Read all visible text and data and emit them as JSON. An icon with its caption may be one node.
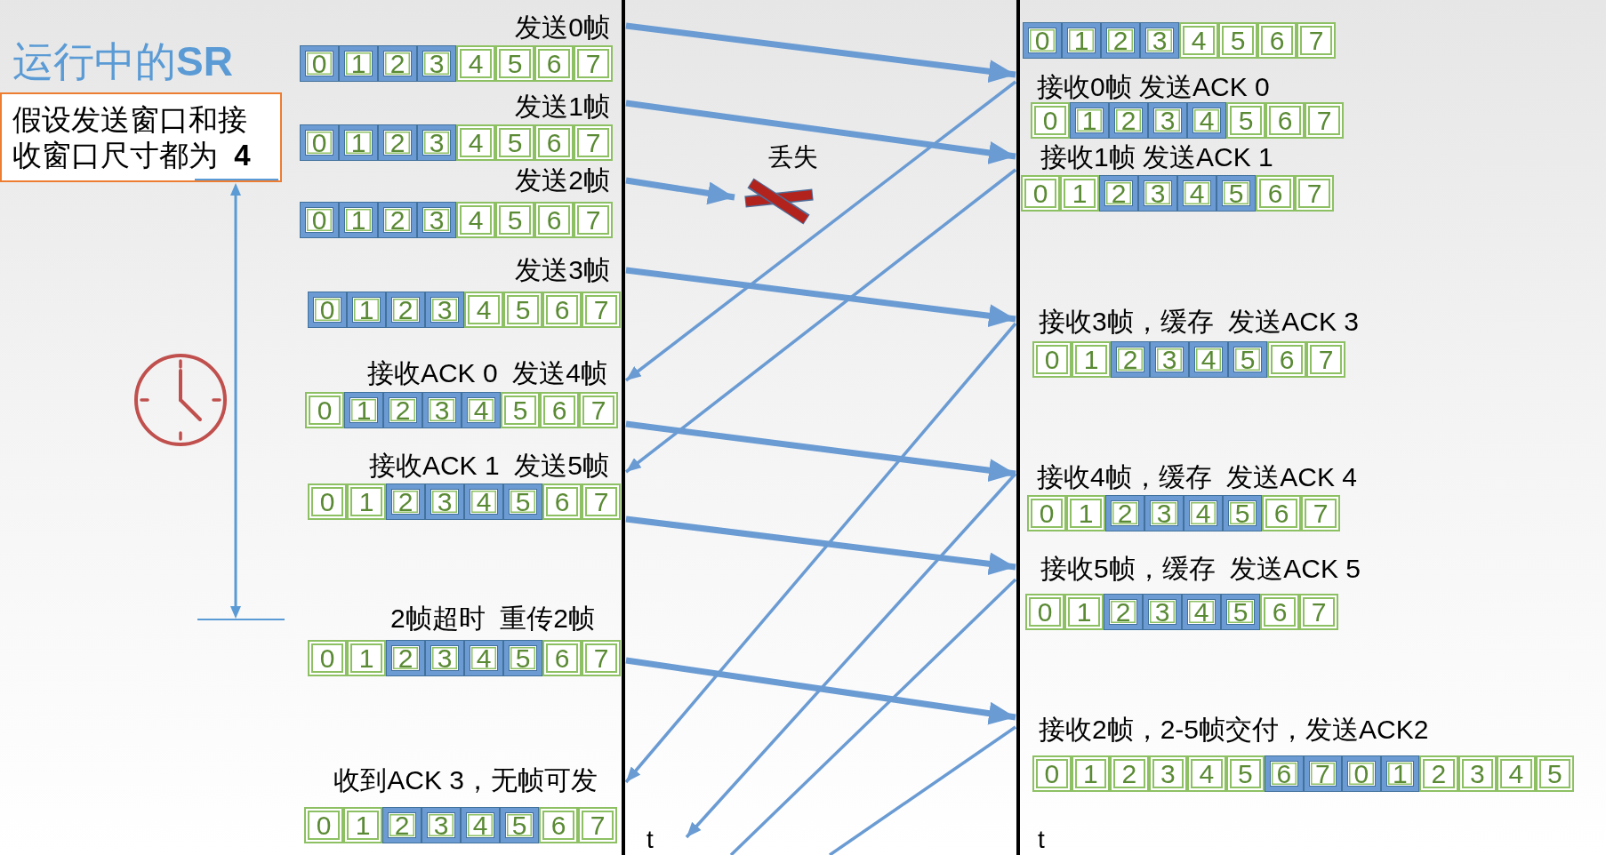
{
  "diagram": {
    "title": "运行中的**SR**",
    "nodes": [
      {
        "text": [
          "假设发送窗口和接收窗口尺寸都为  **4**"
        ]
      },
      {
        "text": [
          "发送0帧",
          "0",
          "1",
          "2",
          "3",
          "4",
          "5",
          "6",
          "7"
        ]
      },
      {
        "text": [
          "发送1帧",
          "0",
          "1",
          "2",
          "3",
          "4",
          "5",
          "6",
          "7"
        ]
      },
      {
        "text": [
          "发送2帧",
          "0",
          "1",
          "2",
          "3",
          "4",
          "5",
          "6",
          "7"
        ]
      },
      {
        "text": [
          "发送3帧",
          "0",
          "1",
          "2",
          "3",
          "4",
          "5",
          "6",
          "7"
        ]
      },
      {
        "text": [
          "接收ACK 0  发送4帧",
          "0",
          "1",
          "2",
          "3",
          "4",
          "5",
          "6",
          "7"
        ]
      },
      {
        "text": [
          "接收ACK 1  发送5帧",
          "0",
          "1",
          "2",
          "3",
          "4",
          "5",
          "6",
          "7"
        ]
      },
      {
        "text": [
          "2帧超时  重传2帧",
          "0",
          "1",
          "2",
          "3",
          "4",
          "5",
          "6",
          "7"
        ]
      },
      {
        "text": [
          "收到ACK 3，无帧可发",
          "0",
          "1",
          "2",
          "3",
          "4",
          "5",
          "6",
          "7"
        ]
      },
      {
        "text": [
          "丢失"
        ]
      },
      {
        "text": [
          "0",
          "1",
          "2",
          "3",
          "4",
          "5",
          "6",
          "7"
        ]
      },
      {
        "text": [
          "接收0帧 发送ACK 0",
          "0",
          "1",
          "2",
          "3",
          "4",
          "5",
          "6",
          "7"
        ]
      },
      {
        "text": [
          "接收1帧 发送ACK 1",
          "0",
          "1",
          "2",
          "3",
          "4",
          "5",
          "6",
          "7"
        ]
      },
      {
        "text": [
          "接收3帧，缓存  发送ACK 3",
          "0",
          "1",
          "2",
          "3",
          "4",
          "5",
          "6",
          "7"
        ]
      },
      {
        "text": [
          "接收4帧，缓存  发送ACK 4",
          "0",
          "1",
          "2",
          "3",
          "4",
          "5",
          "6",
          "7"
        ]
      },
      {
        "text": [
          "接收5帧，缓存  发送ACK 5",
          "0",
          "1",
          "2",
          "3",
          "4",
          "5",
          "6",
          "7"
        ]
      },
      {
        "text": [
          "接收2帧，2-5帧交付，发送ACK2",
          "0",
          "1",
          "2",
          "3",
          "4",
          "5",
          "6",
          "7",
          "0",
          "1",
          "2",
          "3",
          "4",
          "5"
        ]
      }
    ],
    "edges": [
      {
        "from": 1,
        "to": 11,
        "arrow": "to"
      },
      {
        "from": 2,
        "to": 12,
        "arrow": "to"
      },
      {
        "from": 3,
        "to": 9,
        "arrow": "to"
      },
      {
        "from": 4,
        "to": 13,
        "arrow": "to"
      },
      {
        "from": 5,
        "to": 14,
        "arrow": "to"
      },
      {
        "from": 6,
        "to": 15,
        "arrow": "to"
      },
      {
        "from": 7,
        "to": 16,
        "arrow": "to"
      },
      {
        "from": 11,
        "to": 5,
        "arrow": "to"
      },
      {
        "from": 12,
        "to": 6,
        "arrow": "to"
      },
      {
        "from": 13,
        "to": 8,
        "arrow": "to"
      },
      {
        "from": 14,
        "to": null,
        "arrow": "to"
      },
      {
        "from": 15,
        "to": null,
        "arrow": "none"
      },
      {
        "from": 16,
        "to": null,
        "arrow": "none"
      }
    ],
    "labels": [
      "t",
      "t"
    ]
  }
}
